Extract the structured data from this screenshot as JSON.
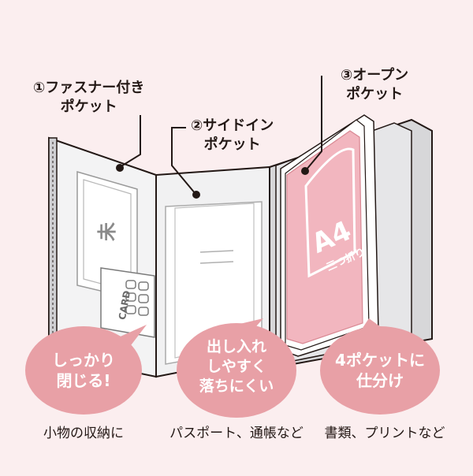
{
  "colors": {
    "background": "#fbeeef",
    "bubble_fill": "#e8a0a6",
    "a4_pink": "#f2b6bf",
    "outline": "#231815",
    "cover_grey": "#d7d7d9"
  },
  "callouts": {
    "fastener": {
      "line1": "①ファスナー付き",
      "line2": "ポケット"
    },
    "side_in": {
      "line1": "②サイドイン",
      "line2": "ポケット"
    },
    "open": {
      "line1": "③オープン",
      "line2": "ポケット"
    }
  },
  "illustration": {
    "card_label": "CARD",
    "a4_label": "A4",
    "a4_sub_label": "三つ折り",
    "stamp_char": "未"
  },
  "bubbles": [
    {
      "line1": "しっかり",
      "line2": "閉じる!"
    },
    {
      "line1": "出し入れ",
      "line2": "しやすく",
      "line3": "落ちにくい"
    },
    {
      "line1": "4ポケットに",
      "line2": "仕分け"
    }
  ],
  "captions": [
    "小物の収納に",
    "パスポート、通帳など",
    "書類、プリントなど"
  ]
}
